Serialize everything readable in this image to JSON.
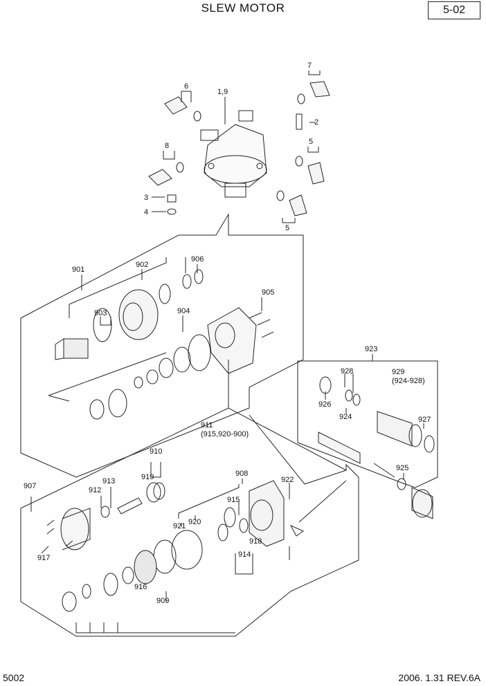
{
  "header": {
    "title": "SLEW MOTOR",
    "page_no": "5-02"
  },
  "footer": {
    "left": "5002",
    "right": "2006. 1.31  REV.6A"
  },
  "callouts": [
    "1,9",
    "2",
    "3",
    "4",
    "5",
    "5",
    "6",
    "7",
    "8",
    "901",
    "902",
    "903",
    "904",
    "905",
    "906",
    "907",
    "908",
    "909",
    "910",
    "911",
    "(915,920-900)",
    "912",
    "913",
    "914",
    "915",
    "916",
    "917",
    "918",
    "919",
    "920",
    "921",
    "922",
    "923",
    "924",
    "925",
    "926",
    "927",
    "928",
    "929",
    "(924-928)"
  ]
}
